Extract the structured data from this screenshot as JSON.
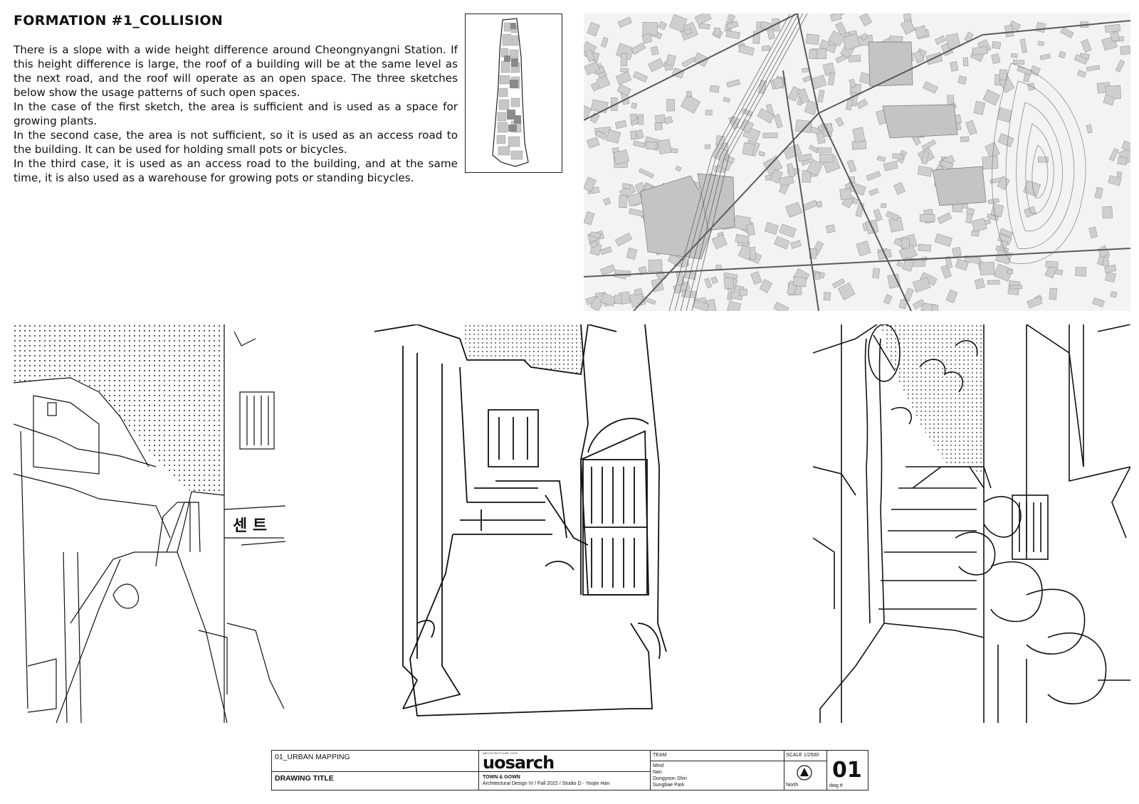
{
  "header": {
    "title": "FORMATION #1_COLLISION"
  },
  "description": {
    "paragraphs": [
      "There is a slope with a wide height difference around Cheongnyangni Station. If this height difference is large, the roof of a building will be at the same level as the next road, and the roof will operate as an open space. The three sketches below show the usage patterns of such open spaces.",
      "In the case of the first sketch, the area is sufficient and is used as a space for growing plants.",
      "In the second case, the area is not sufficient, so it is used as an access road to the building. It can be used for holding small pots or bicycles.",
      "In the third case, it is used as an access road to the building, and at the same time, it is also used as a warehouse for growing pots or standing bicycles."
    ]
  },
  "sketches": [
    {
      "signage": "센 트"
    },
    {},
    {}
  ],
  "title_block": {
    "sheet_name": "01_URBAN MAPPING",
    "drawing_title_label": "DRAWING TITLE",
    "logo_text": "uosarch",
    "logo_small_text": "ARCHITECTURE UOS",
    "project": "TOWN & GOWN",
    "course": "Architectural Design IV / Fall 2022 / Studio D - Yoojin Han",
    "team_label": "TEAM",
    "team_members": [
      "Mind",
      "Nan",
      "Dongyoon Shin",
      "Sungbae Park"
    ],
    "scale": "SCALE 1/2500",
    "north_label": "North",
    "dwg_label": "dwg #",
    "dwg_number": "01"
  },
  "colors": {
    "ink": "#111111",
    "building_fill": "#c8c8c8",
    "map_background": "#f3f3f3"
  }
}
